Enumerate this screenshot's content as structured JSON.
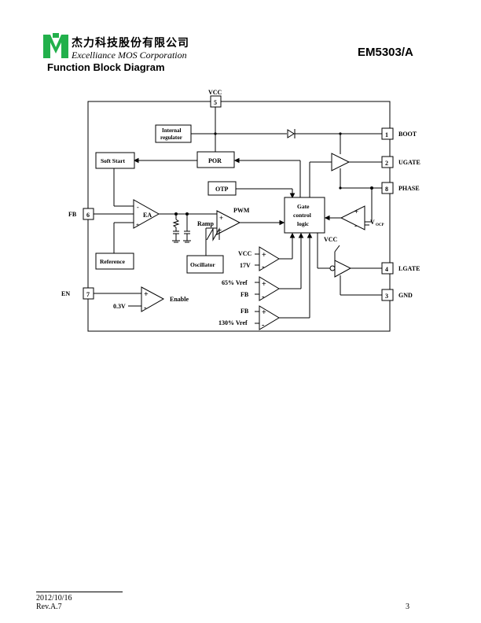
{
  "header": {
    "company_cn": "杰力科技股份有限公司",
    "company_en": "Excelliance MOS Corporation",
    "part_number": "EM5303/A",
    "section_title": "Function Block Diagram",
    "logo_color": "#22b04b"
  },
  "diagram": {
    "pins": {
      "vcc": {
        "num": "5",
        "label": "VCC"
      },
      "boot": {
        "num": "1",
        "label": "BOOT"
      },
      "ugate": {
        "num": "2",
        "label": "UGATE"
      },
      "phase": {
        "num": "8",
        "label": "PHASE"
      },
      "lgate": {
        "num": "4",
        "label": "LGATE"
      },
      "gnd": {
        "num": "3",
        "label": "GND"
      },
      "fb": {
        "num": "6",
        "label": "FB"
      },
      "en": {
        "num": "7",
        "label": "EN"
      }
    },
    "blocks": {
      "internal_regulator_l1": "Internal",
      "internal_regulator_l2": "regulator",
      "soft_start": "Soft Start",
      "por": "POR",
      "otp": "OTP",
      "reference": "Reference",
      "oscillator": "Oscillator",
      "gate_logic_l1": "Gate",
      "gate_logic_l2": "control",
      "gate_logic_l3": "logic"
    },
    "labels": {
      "ea": "EA",
      "pwm": "PWM",
      "ramp": "Ramp",
      "vocp": "V",
      "vocp_sub": "OCP",
      "vcc_lgate": "VCC",
      "vcc_cmp": "VCC",
      "v17": "17V",
      "vref65": "65% Vref",
      "fb_cmp1": "FB",
      "fb_cmp2": "FB",
      "vref130": "130% Vref",
      "v03": "0.3V",
      "enable": "Enable"
    }
  },
  "footer": {
    "date": "2012/10/16",
    "rev": "Rev.A.7",
    "page": "3"
  }
}
